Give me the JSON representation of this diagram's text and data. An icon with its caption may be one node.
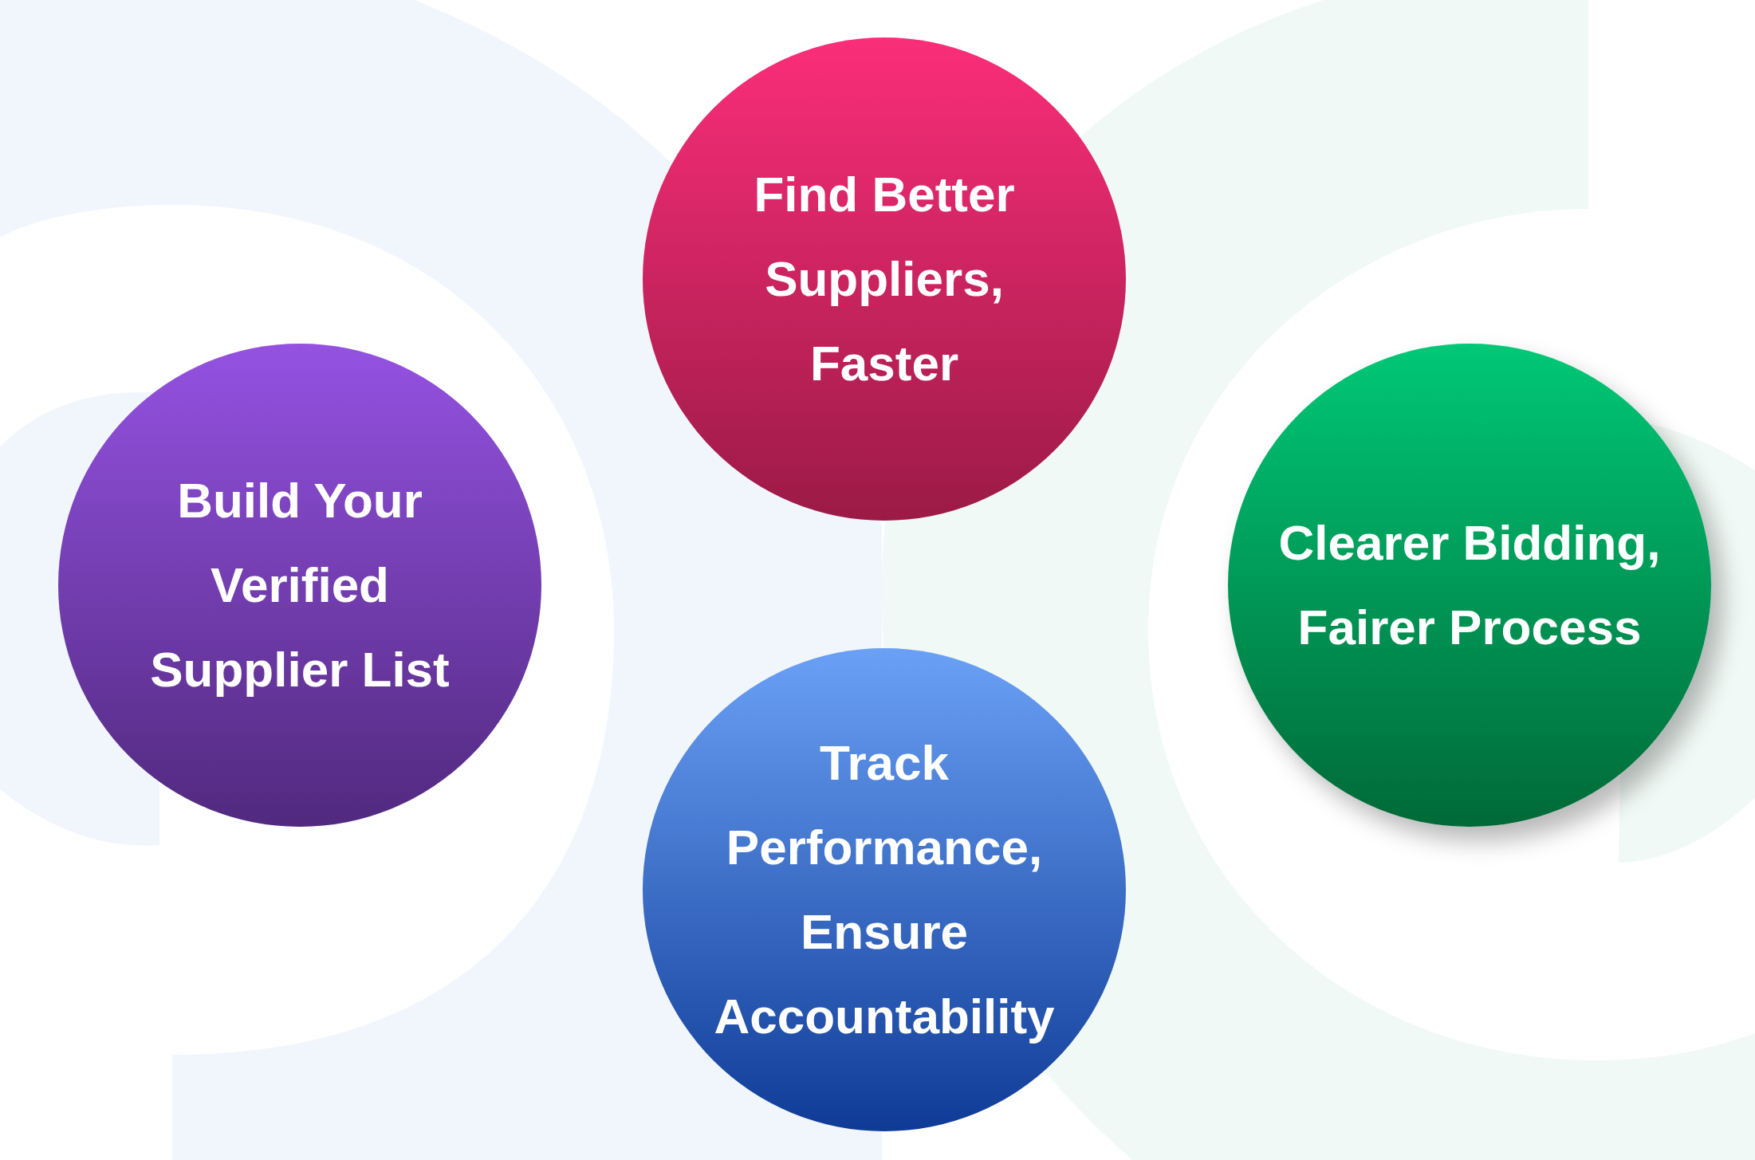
{
  "diagram": {
    "nodes": [
      {
        "text": [
          "Find Better Suppliers, Faster"
        ]
      },
      {
        "text": [
          "Build Your Verified Supplier List"
        ]
      },
      {
        "text": [
          "Clearer Bidding, Fairer Process"
        ]
      },
      {
        "text": [
          "Track Performance, Ensure Accountability"
        ]
      }
    ]
  }
}
